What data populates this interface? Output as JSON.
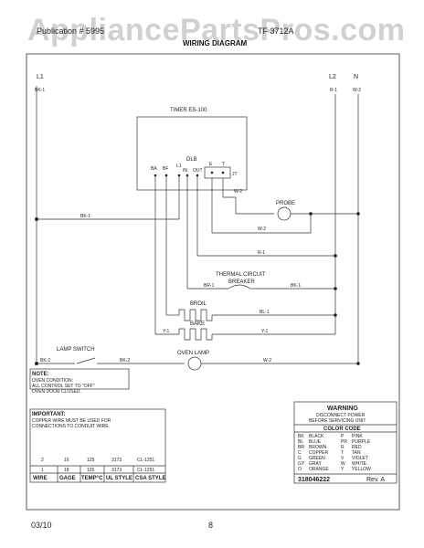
{
  "header": {
    "left": "Publication # 5995",
    "right": "TF 3712A",
    "watermark": "AppliancePartsPros.com"
  },
  "title": "WIRING DIAGRAM",
  "labels": {
    "L1": "L1",
    "L2": "L2",
    "N": "N",
    "bk1_top": "BK-1",
    "r1_top": "R-1",
    "w2_top": "W-2",
    "timer": "TIMER ES-100",
    "dlb": "DLB",
    "ba": "BA",
    "bf": "BF",
    "l1_term": "L1",
    "in": "IN",
    "out": "OUT",
    "e": "E",
    "t": "T",
    "jt": "JT",
    "w2_probe": "W-2",
    "probe": "PROBE",
    "w2_mid": "W-2",
    "bk1_mid": "BK-1",
    "r1_mid": "R-1",
    "thermal1": "THERMAL CIRCUIT",
    "thermal2": "BREAKER",
    "br1": "BR-1",
    "bk1_right": "BK-1",
    "broil": "BROIL",
    "bl1": "BL-1",
    "bake": "BAKE",
    "y1_left": "Y-1",
    "y1_right": "Y-1",
    "lamp_switch": "LAMP SWITCH",
    "oven_lamp": "OVEN LAMP",
    "bk2_left": "BK-2",
    "bk2_mid": "BK-2",
    "w2_lamp": "W-2"
  },
  "note": {
    "title": "NOTE:",
    "lines": [
      "OVEN CONDITION:",
      "ALL CONTROL SET TO \"OFF\"",
      "OVEN DOOR CLOSED."
    ]
  },
  "important": {
    "title": "IMPORTANT:",
    "lines": [
      "COPPER WIRE MUST BE USED FOR",
      "CONNECTIONS TO CONDUIT WIRE."
    ]
  },
  "wire_table": {
    "headers": [
      "WIRE",
      "GAGE",
      "TEMP°C",
      "UL STYLE",
      "CSA STYLE"
    ],
    "rows": [
      [
        "2",
        "16",
        "125",
        "3173",
        "CL-1251"
      ],
      [
        "1",
        "18",
        "125",
        "3173",
        "CL-1251"
      ]
    ]
  },
  "warning": {
    "title": "WARNING",
    "lines": [
      "DISCONNECT POWER",
      "BEFORE SERVICING UNIT"
    ]
  },
  "color_code": {
    "title": "COLOR CODE",
    "rows": [
      [
        "BK",
        "BLACK",
        "P",
        "PINK"
      ],
      [
        "BL",
        "BLUE",
        "PR",
        "PURPLE"
      ],
      [
        "BR",
        "BROWN",
        "R",
        "RED"
      ],
      [
        "C",
        "COPPER",
        "T",
        "TAN"
      ],
      [
        "G",
        "GREEN",
        "V",
        "VIOLET"
      ],
      [
        "GY",
        "GRAY",
        "W",
        "WHITE"
      ],
      [
        "O",
        "ORANGE",
        "Y",
        "YELLOW"
      ]
    ]
  },
  "part_number": "318046222",
  "revision": "Rev. A",
  "footer": {
    "date": "03/10",
    "page": "8"
  }
}
